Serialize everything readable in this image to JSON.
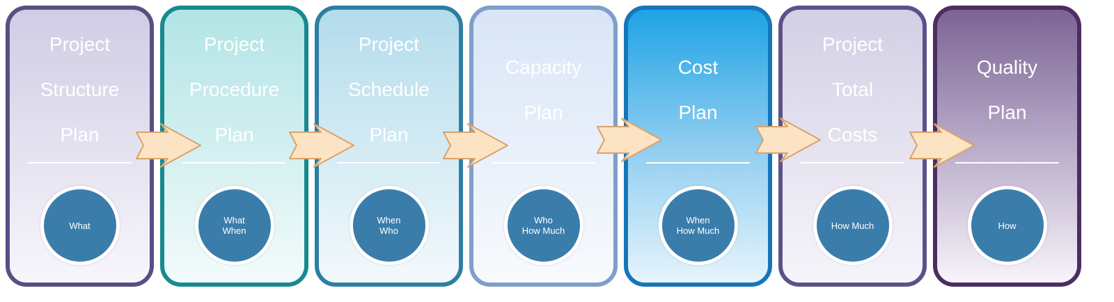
{
  "stages": [
    {
      "title": [
        "Project",
        "Structure",
        "Plan"
      ],
      "question": [
        "What"
      ]
    },
    {
      "title": [
        "Project",
        "Procedure",
        "Plan"
      ],
      "question": [
        "What",
        "When"
      ]
    },
    {
      "title": [
        "Project",
        "Schedule",
        "Plan"
      ],
      "question": [
        "When",
        "Who"
      ]
    },
    {
      "title": [
        "Capacity",
        "Plan"
      ],
      "question": [
        "Who",
        "How Much"
      ]
    },
    {
      "title": [
        "Cost",
        "Plan"
      ],
      "question": [
        "When",
        "How Much"
      ]
    },
    {
      "title": [
        "Project",
        "Total",
        "Costs"
      ],
      "question": [
        "How Much"
      ]
    },
    {
      "title": [
        "Quality",
        "Plan"
      ],
      "question": [
        "How"
      ]
    }
  ],
  "colors": {
    "circle": "#3a7dab",
    "arrow_fill": "#fce3c4",
    "arrow_stroke": "#d9a26a",
    "borders": [
      "#5a4e82",
      "#178a8f",
      "#2e7ea3",
      "#7f9fcb",
      "#1576b8",
      "#5c528a",
      "#4a2e62"
    ]
  }
}
